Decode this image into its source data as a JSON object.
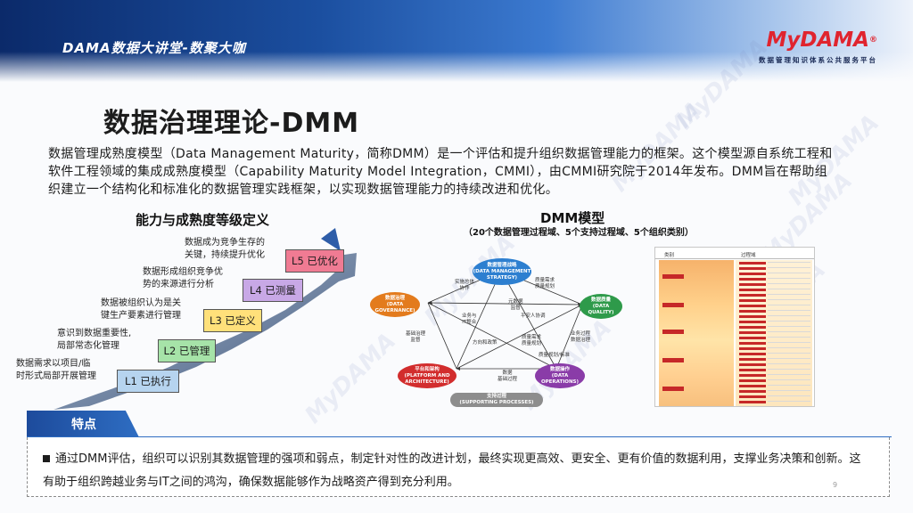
{
  "header": {
    "title": "DAMA数据大讲堂-数聚大咖",
    "brand_my": "My",
    "brand_dama": "DAMA",
    "brand_reg": "®",
    "brand_tagline": "数据管理知识体系公共服务平台"
  },
  "watermark": "MyDAMA",
  "main_title": "数据治理理论-DMM",
  "intro": "数据管理成熟度模型（Data Management Maturity，简称DMM）是一个评估和提升组织数据管理能力的框架。这个模型源自系统工程和软件工程领域的集成成熟度模型（Capability Maturity Model Integration，CMMI），由CMMI研究院于2014年发布。DMM旨在帮助组织建立一个结构化和标准化的数据管理实践框架，以实现数据管理能力的持续改进和优化。",
  "left_panel": {
    "title": "能力与成熟度等级定义",
    "levels": [
      {
        "label": "L1 已执行",
        "desc": "数据需求以项目/临\n时形式局部开展管理",
        "color": "#b6d4ef"
      },
      {
        "label": "L2 已管理",
        "desc": "意识到数据重要性,\n局部常态化管理",
        "color": "#a6e3a8"
      },
      {
        "label": "L3 已定义",
        "desc": "数据被组织认为是关\n键生产要素进行管理",
        "color": "#ffe07a"
      },
      {
        "label": "L4 已测量",
        "desc": "数据形成组织竞争优\n势的来源进行分析",
        "color": "#c8a8e6"
      },
      {
        "label": "L5 已优化",
        "desc": "数据成为竞争生存的\n关键，持续提升优化",
        "color": "#f07b93"
      }
    ]
  },
  "mid_panel": {
    "title": "DMM模型",
    "subtitle": "（20个数据管理过程域、5个支持过程域、5个组织类别）",
    "nodes": [
      {
        "zh": "数据管理战略",
        "en": "(DATA MANAGEMENT\nSTRATEGY)",
        "color": "#2d7fd0"
      },
      {
        "zh": "数据质量",
        "en": "(DATA\nQUALITY)",
        "color": "#2e9a4a"
      },
      {
        "zh": "数据操作",
        "en": "(DATA\nOPERATIONS)",
        "color": "#8a3ca8"
      },
      {
        "zh": "平台和架构",
        "en": "(PLATFORM AND\nARCHITECTURE)",
        "color": "#d22d2d"
      },
      {
        "zh": "数据治理",
        "en": "(DATA\nGOVERNANCE)",
        "color": "#e37b1d"
      },
      {
        "zh": "支持过程",
        "en": "(SUPPORTING PROCESSES)",
        "color": "#8d8d8d"
      }
    ],
    "edge_labels": [
      "实施总体\n协作",
      "质量需求\n质量规划",
      "元数据\n监督",
      "业务与\nIT整合",
      "平安人协调",
      "基础治理\n监督",
      "方向和政策",
      "业务过程\n数据治理",
      "质量需求\n质量规划",
      "质量规划/标准",
      "数据\n基础过程"
    ]
  },
  "right_table": {
    "col1": "类别",
    "col2": "过程域"
  },
  "features": {
    "tab": "特点",
    "text": "通过DMM评估，组织可以识别其数据管理的强项和弱点，制定针对性的改进计划，最终实现更高效、更安全、更有价值的数据利用，支撑业务决策和创新。这有助于组织跨越业务与IT之间的鸿沟，确保数据能够作为战略资产得到充分利用。"
  },
  "page_number": "9"
}
